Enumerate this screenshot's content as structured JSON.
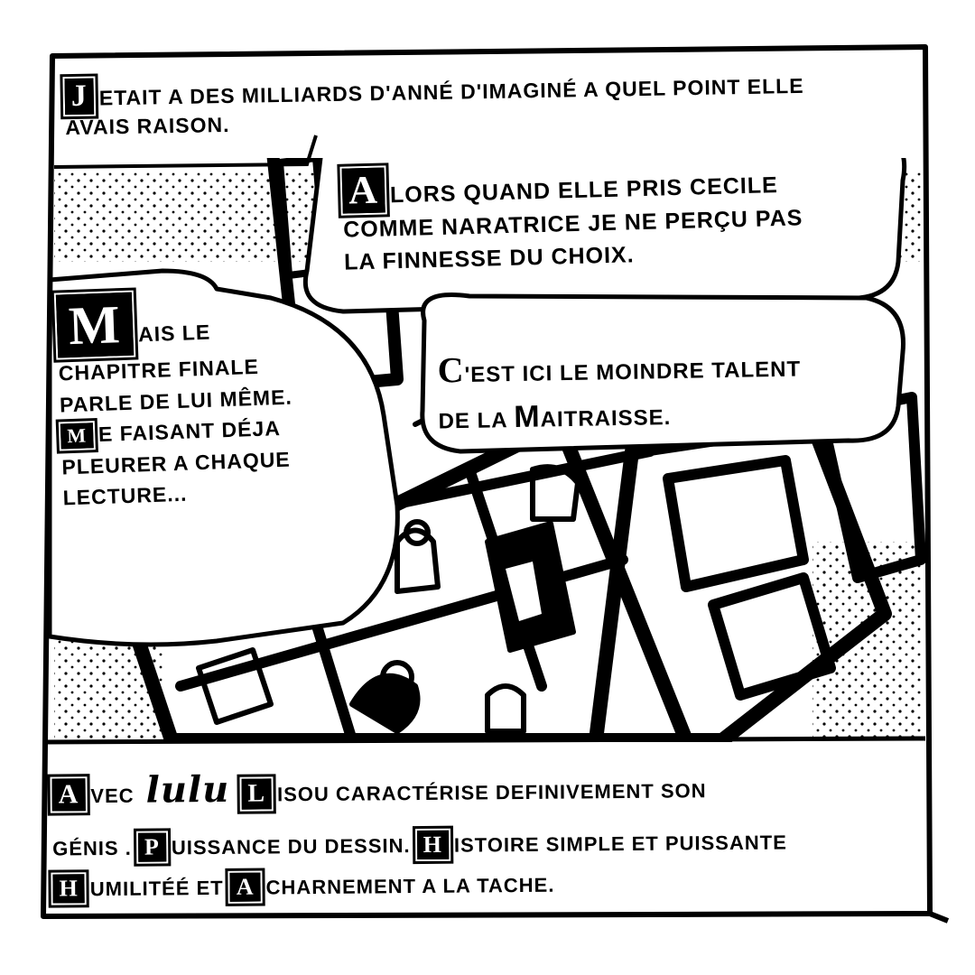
{
  "panel": {
    "top_caption": {
      "drop_cap": "J",
      "line1": "ETAIT A DES MILLIARDS D'ANNÉ D'IMAGINÉ A QUEL POINT ELLE",
      "line2": "AVAIS RAISON."
    },
    "bubble_top": {
      "drop_cap": "A",
      "line1": "LORS QUAND ELLE PRIS CECILE",
      "line2": "COMME NARATRICE JE NE PERÇU PAS",
      "line3": "LA FINNESSE DU CHOIX."
    },
    "bubble_middle": {
      "drop_cap": "C",
      "line1": "'EST ICI LE MOINDRE TALENT",
      "line2_prefix": "DE LA",
      "line2_cap": "M",
      "line2_rest": "AITRAISSE."
    },
    "bubble_left": {
      "drop_cap": "M",
      "line1": "AIS LE",
      "line2": "CHAPITRE FINALE",
      "line3": "PARLE DE LUI MÊME.",
      "line4_cap": "M",
      "line4_rest": "E FAISANT DÉJA",
      "line5": "PLEURER A CHAQUE",
      "line6": "LECTURE..."
    },
    "bottom_caption": {
      "cap_a": "A",
      "avec": "VEC",
      "signature": "lulu",
      "cap_l": "L",
      "line1_rest": "ISOU CARACTÉRISE DEFINIVEMENT SON",
      "line2_start": "GÉNIS .",
      "cap_p": "P",
      "line2_mid": "UISSANCE DU DESSIN.",
      "cap_h": "H",
      "line2_end": "ISTOIRE SIMPLE ET PUISSANTE",
      "cap_h2": "H",
      "line3_mid": "UMILITÉÉ ET",
      "cap_a2": "A",
      "line3_end": "CHARNEMENT A LA TACHE."
    }
  },
  "colors": {
    "ink": "#000000",
    "paper": "#ffffff"
  }
}
